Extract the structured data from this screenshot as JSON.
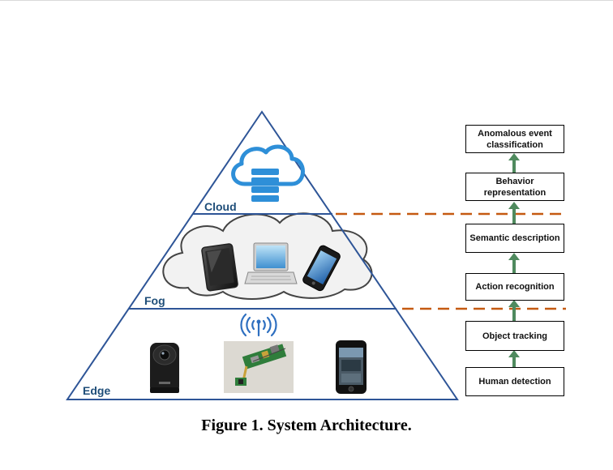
{
  "tiers": [
    {
      "label": "Cloud"
    },
    {
      "label": "Fog"
    },
    {
      "label": "Edge"
    }
  ],
  "pipeline_steps": [
    {
      "label": "Anomalous event classification"
    },
    {
      "label": "Behavior representation"
    },
    {
      "label": "Semantic description"
    },
    {
      "label": "Action recognition"
    },
    {
      "label": "Object tracking"
    },
    {
      "label": "Human detection"
    }
  ],
  "icons": {
    "cloud_tier": [
      "cloud-database-icon"
    ],
    "fog_tier": [
      "tablet-icon",
      "laptop-icon",
      "smartphone-icon"
    ],
    "edge_tier": [
      "wifi-signal-icon",
      "security-camera-icon",
      "circuit-board-icon",
      "iphone-icon"
    ]
  },
  "colors": {
    "triangle_stroke": "#2e5597",
    "tier_label": "#1f4e79",
    "cloud_icon": "#2e8fd8",
    "dashed_divider": "#c55a11",
    "arrow": "#4f8a5e"
  },
  "caption": "Figure 1. System Architecture."
}
